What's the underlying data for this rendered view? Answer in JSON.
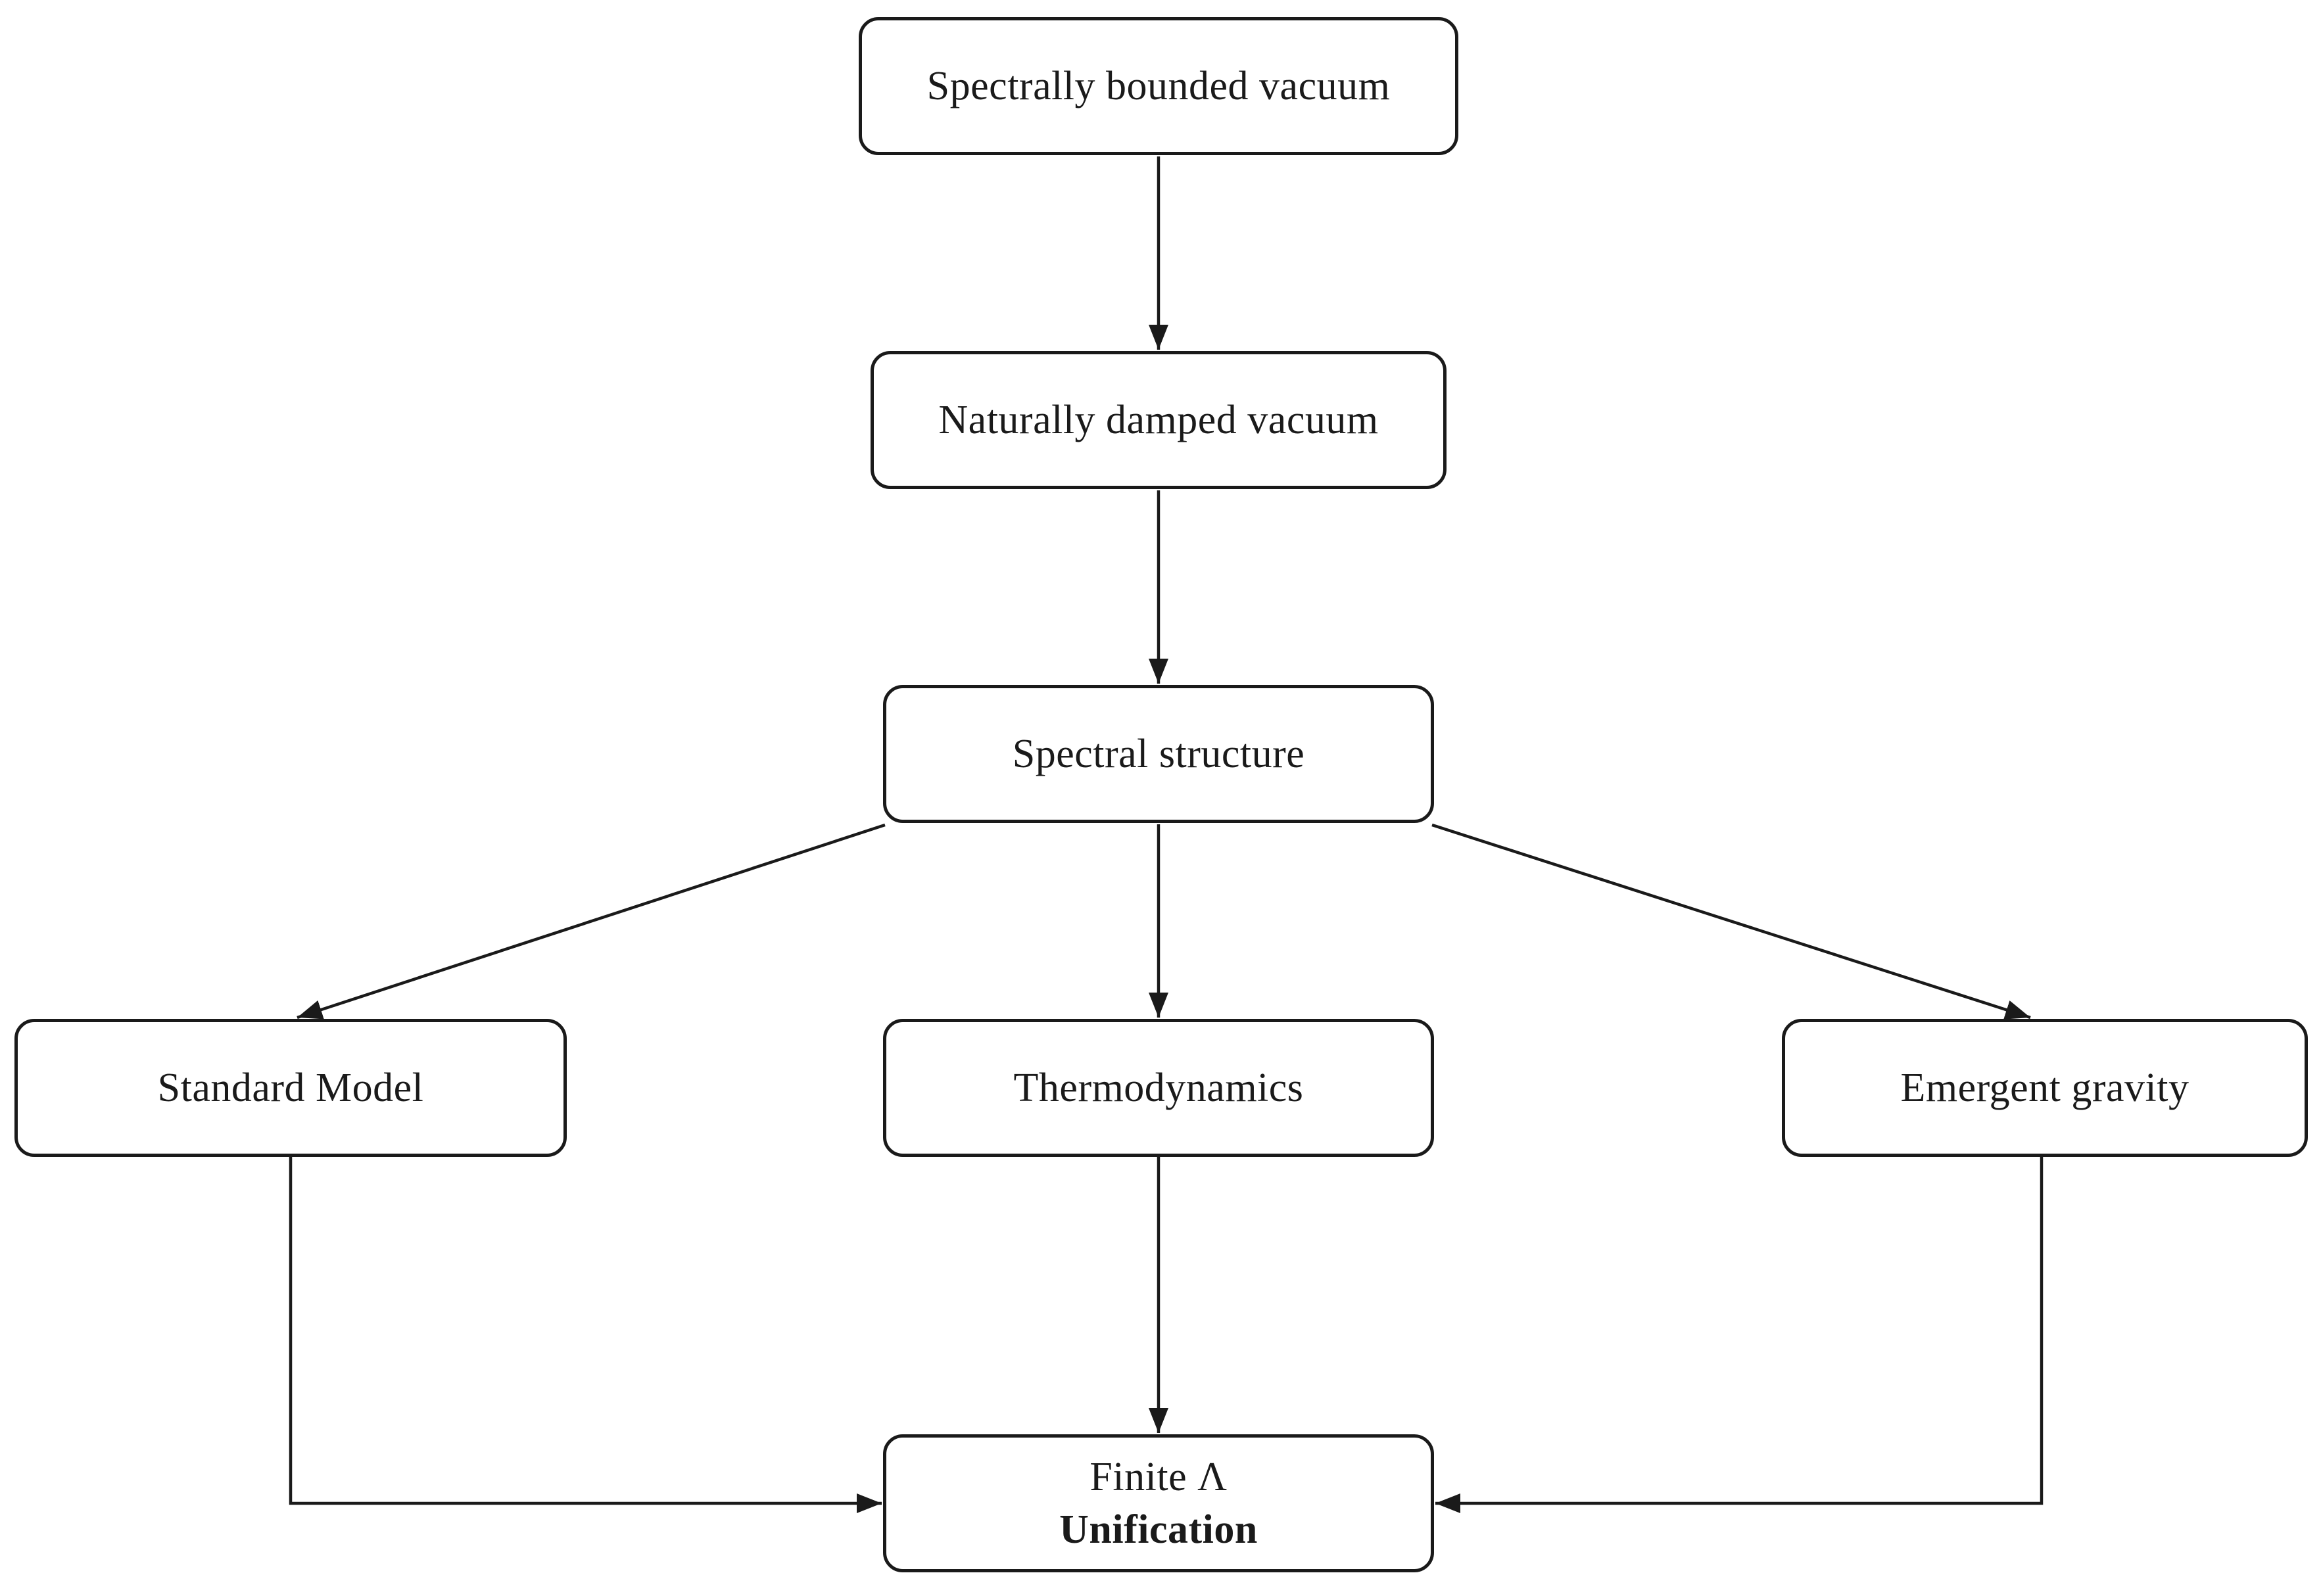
{
  "diagram": {
    "nodes": {
      "spectrally_bounded": {
        "label": "Spectrally bounded vacuum"
      },
      "naturally_damped": {
        "label": "Naturally damped vacuum"
      },
      "spectral_structure": {
        "label": "Spectral structure"
      },
      "standard_model": {
        "label": "Standard Model"
      },
      "thermodynamics": {
        "label": "Thermodynamics"
      },
      "emergent_gravity": {
        "label": "Emergent gravity"
      },
      "unification": {
        "label_line1": "Finite Λ",
        "label_line2": "Unification"
      }
    },
    "colors": {
      "line": "#1a1a1a",
      "text": "#1a1a1a",
      "node_fill": "#ffffff",
      "page_bg": "#ffffff"
    }
  }
}
